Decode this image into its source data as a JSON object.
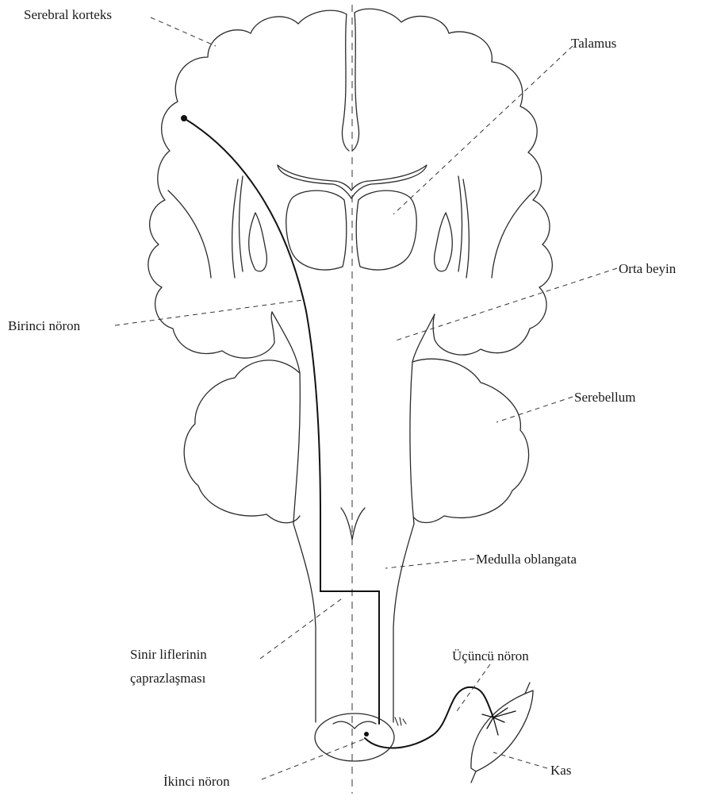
{
  "diagram": {
    "labels": {
      "cerebral_cortex": "Serebral korteks",
      "thalamus": "Talamus",
      "midbrain": "Orta beyin",
      "first_neuron": "Birinci nöron",
      "cerebellum": "Serebellum",
      "medulla": "Medulla oblangata",
      "decussation_line1": "Sinir liflerinin",
      "decussation_line2": "çaprazlaşması",
      "third_neuron": "Üçüncü nöron",
      "second_neuron": "İkinci nöron",
      "muscle": "Kas"
    },
    "colors": {
      "line": "#2a2a2a",
      "pathway": "#111111",
      "background": "#ffffff"
    }
  }
}
